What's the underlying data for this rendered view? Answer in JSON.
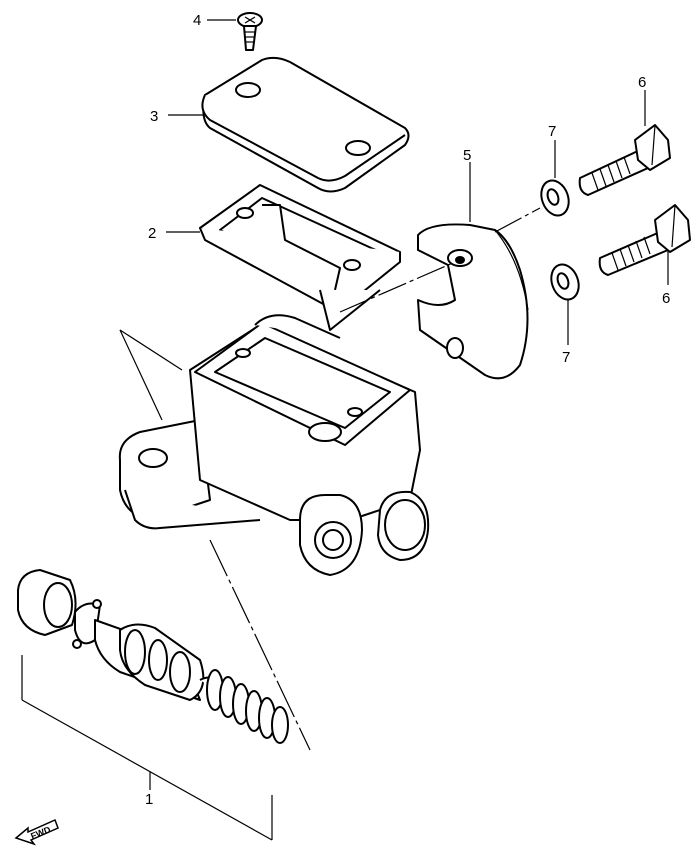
{
  "callouts": {
    "part1": "1",
    "part2": "2",
    "part3": "3",
    "part4": "4",
    "part5": "5",
    "part6_upper": "6",
    "part6_lower": "6",
    "part7_upper": "7",
    "part7_lower": "7"
  },
  "fwd_label": "FWD"
}
